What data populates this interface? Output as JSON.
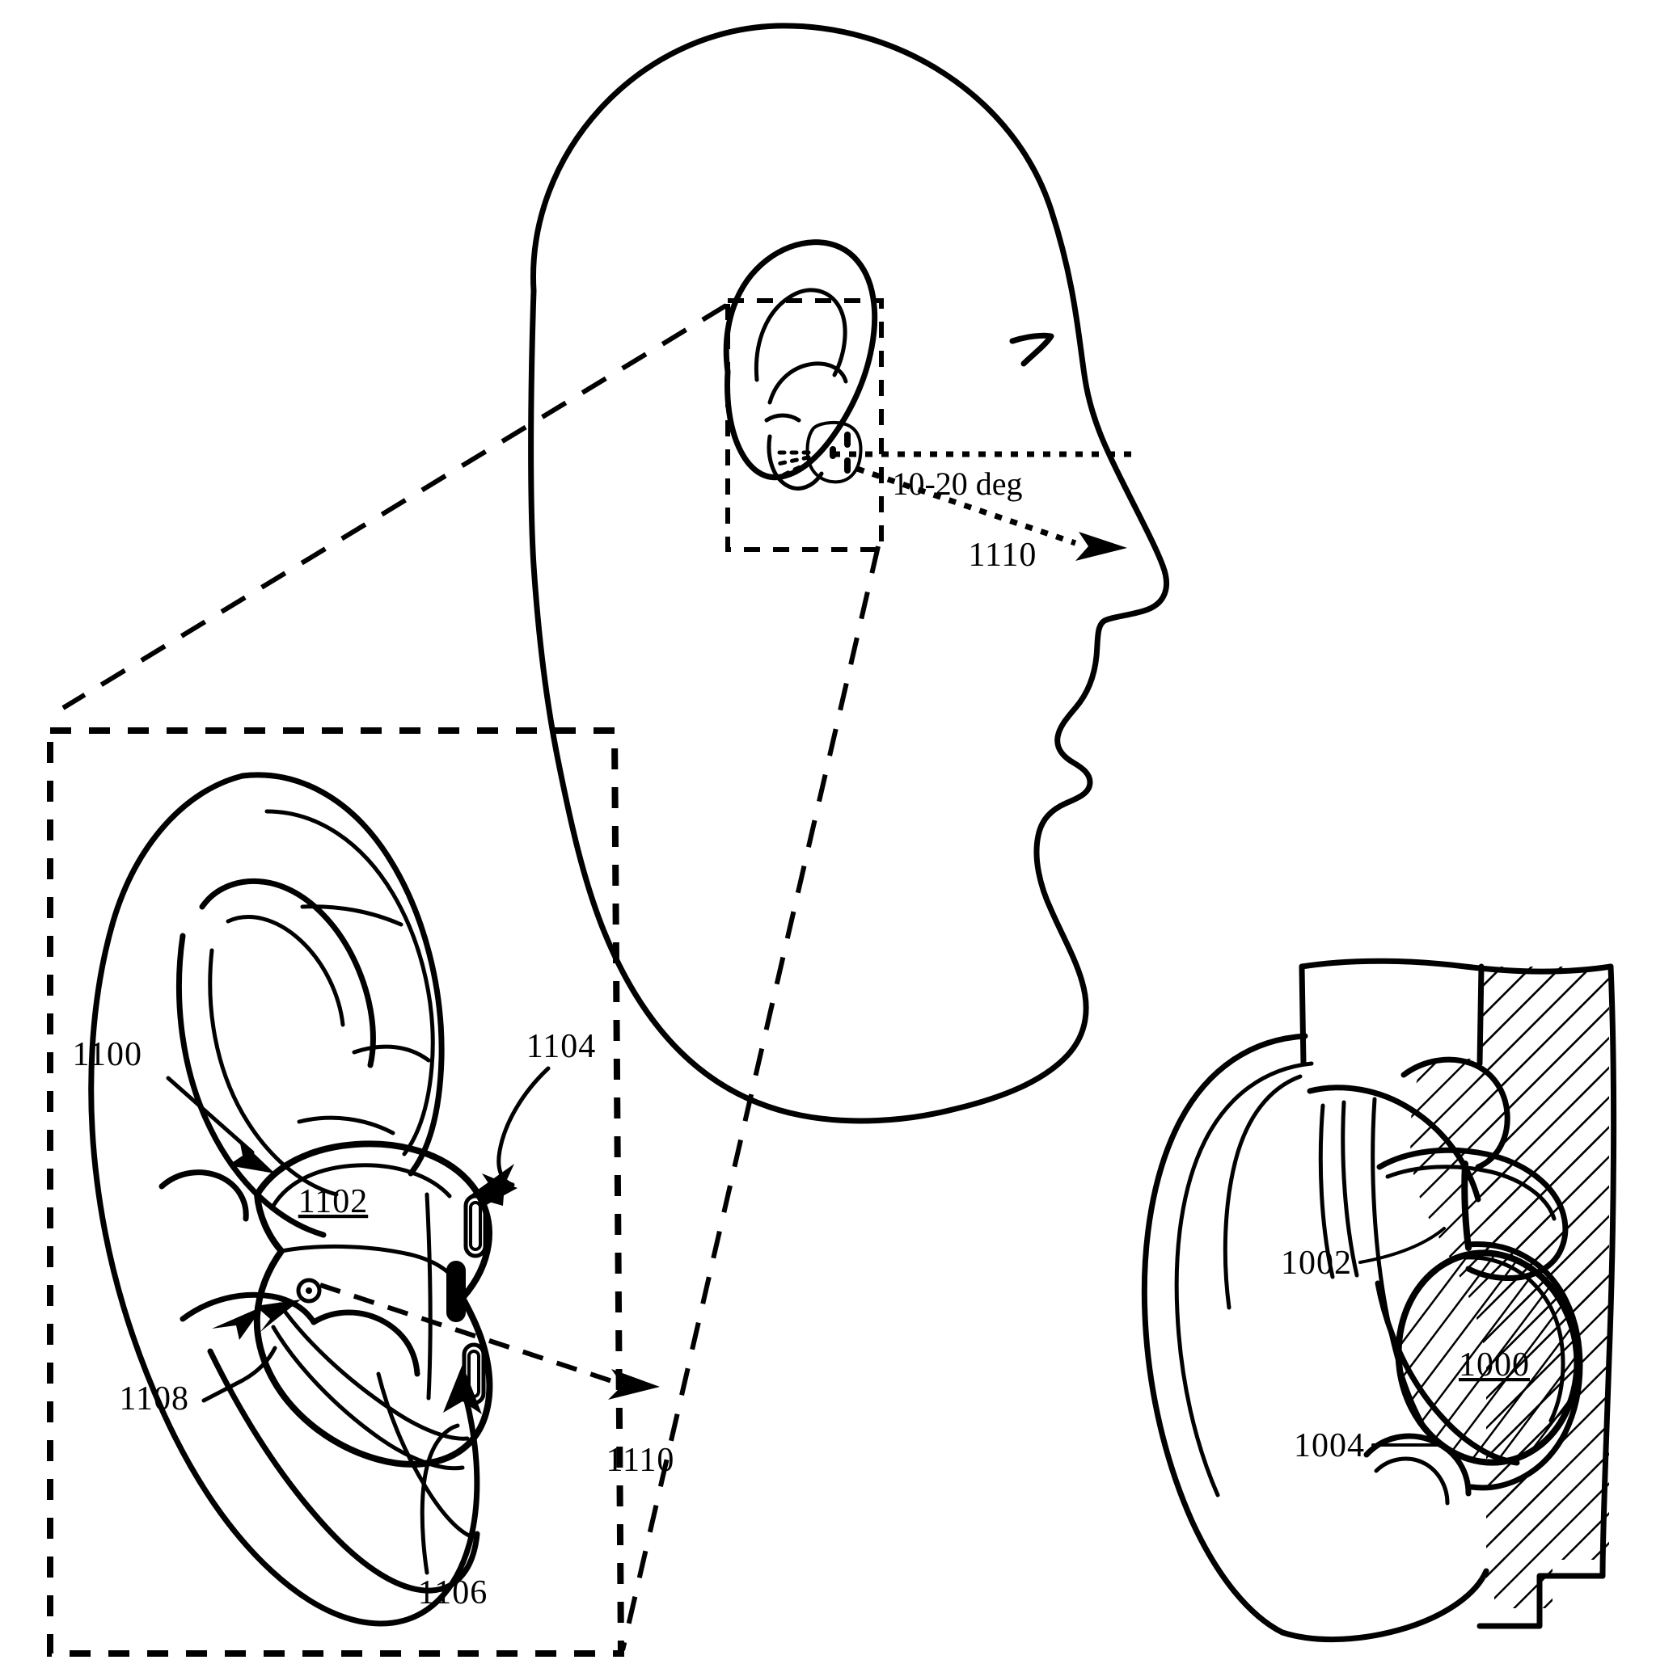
{
  "figure": {
    "type": "patent-line-drawing",
    "description": "Patent figure showing an in-ear audio device positioned in a human ear with microphone beam orientation toward the mouth, an enlarged detail callout of the ear and device, and a cross-sectional ear view.",
    "background_color": "#ffffff",
    "line_color": "#000000"
  },
  "head_view": {
    "name": "head-profile-view",
    "description": "Side profile outline of a human head with ear, nose, lips and chin",
    "callout_box": {
      "name": "ear-callout-box",
      "style": "dashed-rectangle"
    },
    "annotations": [
      {
        "id": "angle",
        "text": "10-20 deg",
        "type": "angle-annotation",
        "description": "Angle between horizontal reference dotted line and beam direction toward mouth"
      },
      {
        "id": "1110",
        "text": "1110",
        "type": "reference-numeral",
        "underlined": false,
        "description": "Microphone beam / acoustic axis directed at the mouth"
      }
    ],
    "reference_line": {
      "name": "horizontal-reference-dotted-line",
      "style": "dotted"
    },
    "beam_line": {
      "name": "beam-direction-dotted-arrow",
      "style": "dotted-with-arrowhead"
    }
  },
  "enlarged_view": {
    "name": "enlarged-ear-detail-view",
    "description": "Magnified dashed-box view of the outer ear with the in-ear device seated in the concha",
    "box_style": "dashed-rectangle",
    "expansion_lines": "dashed",
    "annotations": [
      {
        "id": "1100",
        "text": "1100",
        "type": "reference-numeral",
        "underlined": false,
        "leader": "straight-with-arrowhead",
        "description": "Upper retention wing / ear contact feature"
      },
      {
        "id": "1102",
        "text": "1102",
        "type": "reference-numeral",
        "underlined": true,
        "leader": "none",
        "description": "Body of the in-ear audio device"
      },
      {
        "id": "1104",
        "text": "1104",
        "type": "reference-numeral",
        "underlined": false,
        "leader": "curved-with-arrowhead",
        "description": "Upper port or microphone opening on device"
      },
      {
        "id": "1106",
        "text": "1106",
        "type": "reference-numeral",
        "underlined": false,
        "leader": "curved-with-arrowhead",
        "description": "Lower microphone port opening on device"
      },
      {
        "id": "1108",
        "text": "1108",
        "type": "reference-numeral",
        "underlined": false,
        "leader": "straight-with-arrowhead",
        "description": "Small circular port aperture on device face"
      },
      {
        "id": "1110",
        "text": "1110",
        "type": "reference-numeral",
        "underlined": false,
        "leader": "dashed-with-arrowhead",
        "description": "Microphone beam axis pointing out of ear toward mouth"
      }
    ]
  },
  "cross_section_view": {
    "name": "ear-cross-section-view",
    "description": "Sectional view of the ear canal region with hatched tissue showing device seated against the concha",
    "hatching": "diagonal-line-hatch",
    "annotations": [
      {
        "id": "1000",
        "text": "1000",
        "type": "reference-numeral",
        "underlined": true,
        "leader": "none",
        "description": "Hatched device body / earpiece in section"
      },
      {
        "id": "1002",
        "text": "1002",
        "type": "reference-numeral",
        "underlined": false,
        "leader": "curved-line",
        "description": "Upper contact region of the earpiece"
      },
      {
        "id": "1004",
        "text": "1004",
        "type": "reference-numeral",
        "underlined": false,
        "leader": "straight-line",
        "description": "Lower contact region of the earpiece"
      }
    ]
  }
}
